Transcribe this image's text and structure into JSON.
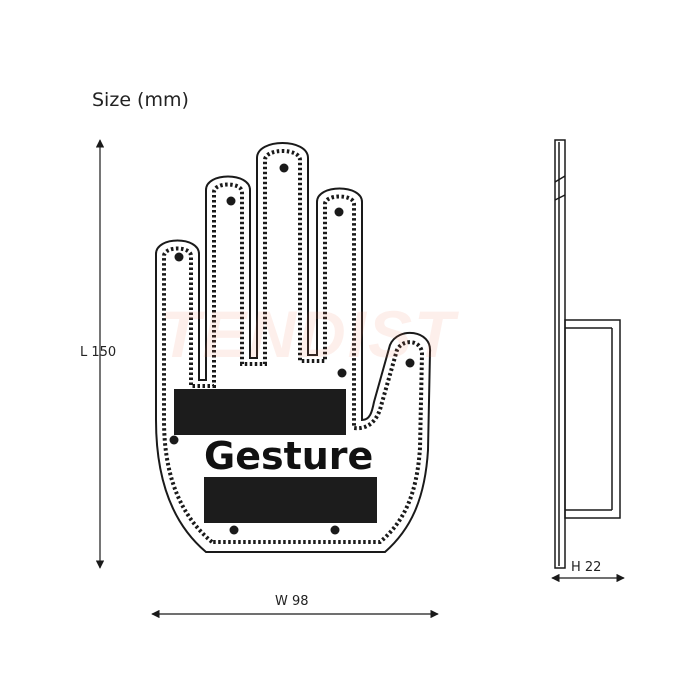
{
  "title": "Size (mm)",
  "watermark": "TENDIST",
  "product_text": "Gesture",
  "dimensions": {
    "length_label": "L 150",
    "width_label": "W 98",
    "height_label": "H 22"
  },
  "colors": {
    "line": "#1a1a1a",
    "bar": "#1c1c1c",
    "watermark": "#f0785a"
  }
}
